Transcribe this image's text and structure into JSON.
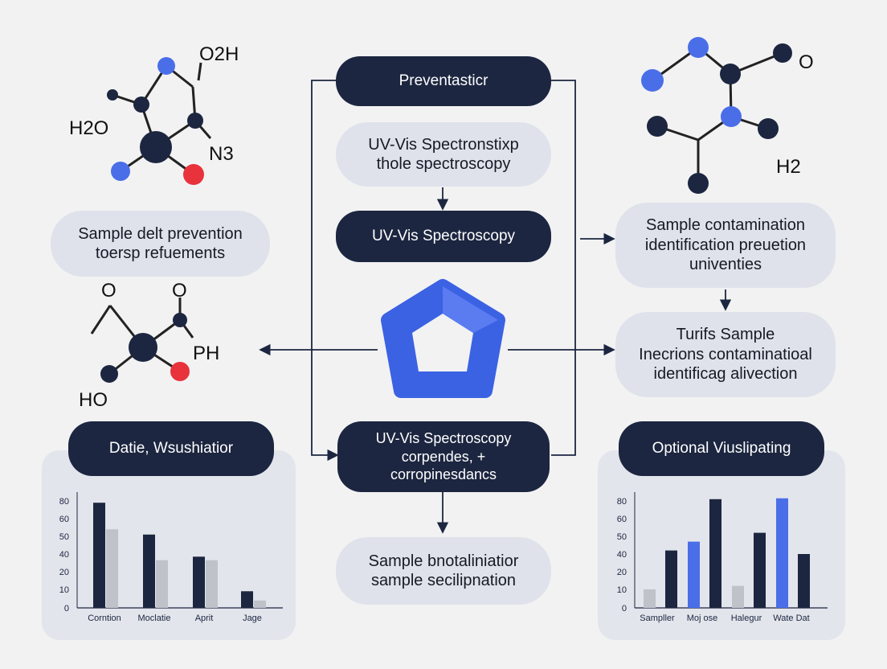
{
  "colors": {
    "dark_navy": "#1c2640",
    "light_pill": "#dfe2ea",
    "accent_blue": "#4a6ee8",
    "red_atom": "#e8323c",
    "gray_bar": "#bfc2c8"
  },
  "flow": {
    "top_title": "Preventasticr",
    "uv_light": "UV-Vis Spectronstixp\nthole spectroscopy",
    "uv_dark": "UV-Vis Spectroscopy",
    "bottom_dark": "UV-Vis Spectroscopy\ncorpendes, +\ncorropinesdancs",
    "bottom_light": "Sample bnotaliniatior\nsample secilipnation",
    "center_icon": "pentagon-logo-icon"
  },
  "left": {
    "sample_box": "Sample delt prevention\ntoersp refuements",
    "chart_title": "Datie, Wsushiatior"
  },
  "right": {
    "contamination_box": "Sample contamination\nidentification preuetion\nuniventies",
    "turifs_box": "Turifs Sample\nInecrions contaminatioal\nidentificag alivection",
    "chart_title": "Optional Viuslipating"
  },
  "molecules": {
    "top_left": [
      "O2H",
      "H2O",
      "N3"
    ],
    "top_right": [
      "O",
      "H2"
    ],
    "mid_left": [
      "O",
      "O",
      "PH",
      "HO"
    ]
  },
  "chart_data": [
    {
      "type": "bar",
      "title": "",
      "xlabel": "",
      "ylabel": "",
      "yticks": [
        "0",
        "10",
        "20",
        "40",
        "50",
        "60",
        "80"
      ],
      "categories": [
        "Corntion",
        "Moclatie",
        "Aprit",
        "Jage"
      ],
      "series": [
        {
          "color": "#1c2640",
          "values": [
            78,
            51,
            37,
            9
          ]
        },
        {
          "color": "#bfc2c8",
          "values": [
            54,
            33,
            33,
            4
          ]
        }
      ]
    },
    {
      "type": "bar",
      "title": "",
      "xlabel": "",
      "ylabel": "",
      "yticks": [
        "0",
        "10",
        "20",
        "40",
        "50",
        "60",
        "80"
      ],
      "categories": [
        "Sampller",
        "Moj ose",
        "Halegur",
        "Wate Dat"
      ],
      "bars": [
        {
          "color": "#bfc2c8",
          "value": 10
        },
        {
          "color": "#1c2640",
          "value": 42
        },
        {
          "color": "#4a6ee8",
          "value": 47
        },
        {
          "color": "#1c2640",
          "value": 82
        },
        {
          "color": "#bfc2c8",
          "value": 12
        },
        {
          "color": "#1c2640",
          "value": 52
        },
        {
          "color": "#4a6ee8",
          "value": 83
        },
        {
          "color": "#1c2640",
          "value": 40
        }
      ]
    }
  ]
}
